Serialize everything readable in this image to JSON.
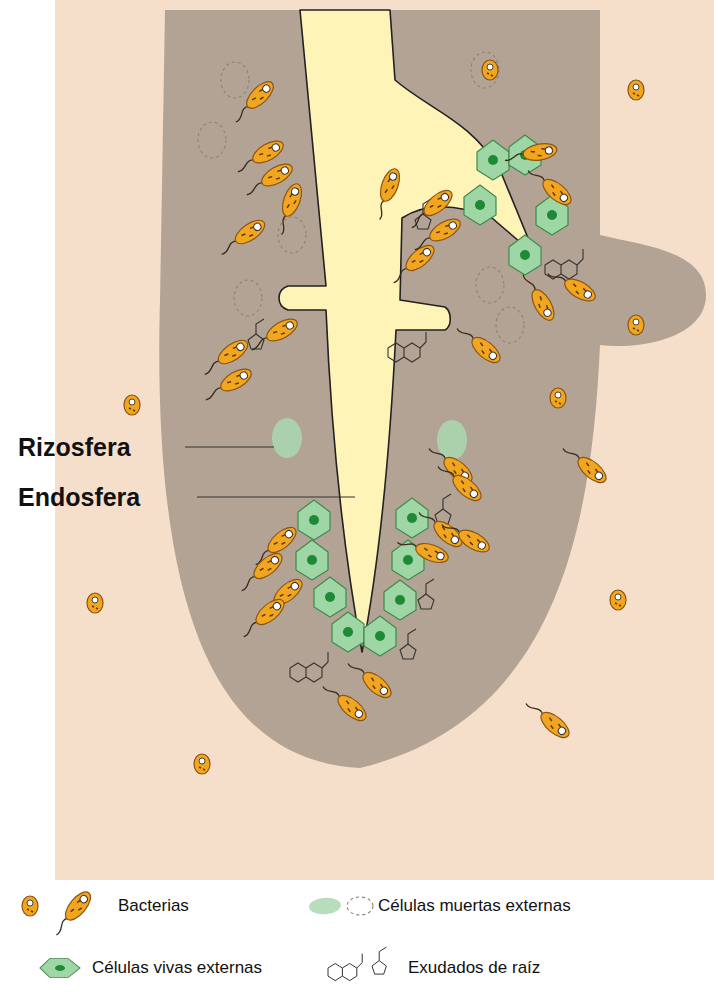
{
  "diagram": {
    "labels": [
      "Rizosfera",
      "Endosfera"
    ],
    "legend": [
      {
        "text": "Bacterias"
      },
      {
        "text": "Células muertas externas"
      },
      {
        "text": "Células vivas externas"
      },
      {
        "text": "Exudados de raíz"
      }
    ]
  }
}
